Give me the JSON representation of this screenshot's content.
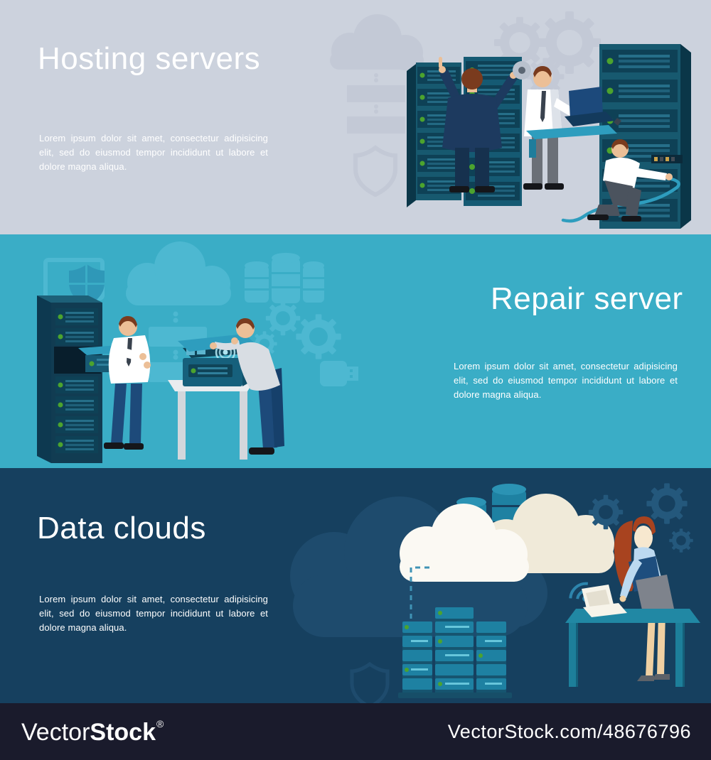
{
  "banners": [
    {
      "title": "Hosting servers",
      "body": "Lorem ipsum dolor sit amet, consectetur adipisicing elit, sed do eiusmod tempor incididunt ut labore et dolore magna aliqua.",
      "bg": "#ccd2dd",
      "text_color": "#ffffff",
      "icons": [
        "cloud-icon",
        "data-blocks-icon",
        "shield-icon",
        "gear-icon",
        "server-rack",
        "technician-figures",
        "laptop-icon",
        "cable"
      ]
    },
    {
      "title": "Repair server",
      "body": "Lorem ipsum dolor sit amet, consectetur adipisicing elit, sed do eiusmod tempor incididunt ut labore et dolore magna aliqua.",
      "bg": "#3aadc6",
      "text_color": "#ffffff",
      "icons": [
        "monitor-icon",
        "shield-icon",
        "cloud-icon",
        "database-icon",
        "gear-icon",
        "usb-icon",
        "server-rack",
        "drawer",
        "server-box",
        "table",
        "technician-figures"
      ]
    },
    {
      "title": "Data clouds",
      "body": "Lorem ipsum dolor sit amet, consectetur adipisicing elit, sed do eiusmod tempor incididunt ut labore et dolore magna aliqua.",
      "bg": "#16405f",
      "text_color": "#ffffff",
      "icons": [
        "cloud-icon",
        "database-icon",
        "server-stack",
        "shield-icon",
        "wifi-icon",
        "gear-icon",
        "woman-figure",
        "desk",
        "laptop-icon"
      ]
    }
  ],
  "footer": {
    "brand_light": "Vector",
    "brand_bold": "Stock",
    "registered": "®",
    "url": "VectorStock.com/48676796",
    "bg": "#1a1b2c"
  },
  "colors": {
    "banner1_bg": "#ccd2dd",
    "banner2_bg": "#3aadc6",
    "banner3_bg": "#16405f",
    "footer_bg": "#1a1b2c",
    "rack_teal": "#17596f",
    "rack_dark": "#0e4156",
    "accent_teal": "#2e9dbe",
    "led_green": "#4ca32e",
    "silhouette_gray": "#c3c9d6",
    "silhouette_blue": "#4db8d1",
    "silhouette_navy": "#1e4b6d",
    "cream_cloud": "#f0ead9",
    "white_cloud": "#fbf9f3",
    "suit_navy": "#1d3a5f",
    "skin": "#ecbf97"
  }
}
